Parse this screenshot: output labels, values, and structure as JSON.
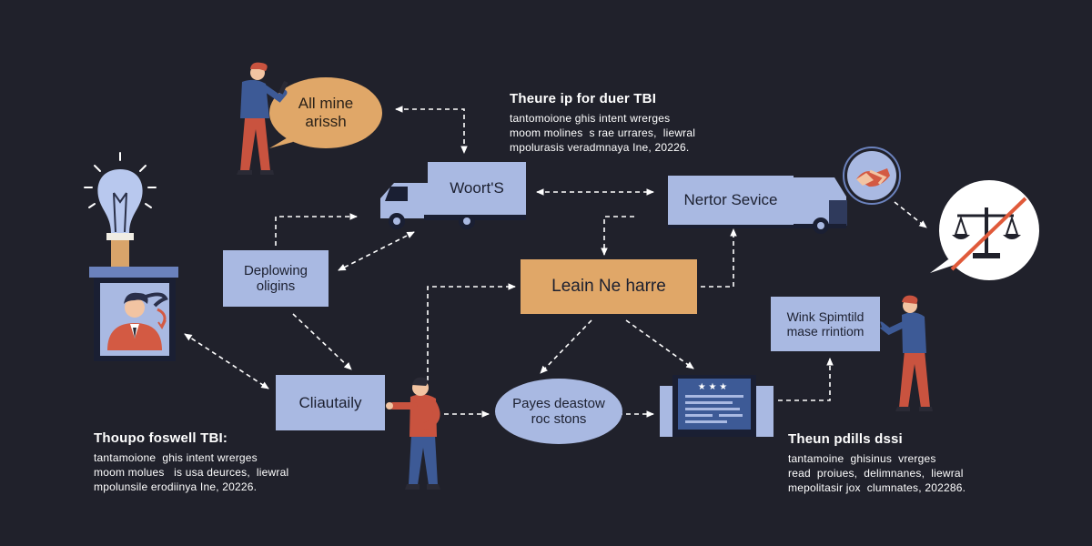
{
  "colors": {
    "background": "#20212b",
    "box_fill": "#a9b9e2",
    "accent_orange": "#e0a768",
    "person_shirt_blue": "#3d5a96",
    "person_shirt_red": "#c9533f",
    "arrow": "#ffffff",
    "prohibit_red": "#e05a3a"
  },
  "speech_bubble": {
    "line1": "All mine",
    "line2": "arissh"
  },
  "notes": {
    "top_center": {
      "title": "Theure ip for duer TBI",
      "lines": [
        "tantomoione ghis intent wrerges",
        "moom molines  s rae urrares,  liewral",
        "mpolurasis veradmnaya Ine, 20226."
      ]
    },
    "bottom_left": {
      "title": "Thoupo foswell TBI:",
      "lines": [
        "tantamoione  ghis intent wrerges",
        "moom molues   is usa deurces,  liewral",
        "mpolunsile erodiinya Ine, 20226."
      ]
    },
    "bottom_right": {
      "title": "Theun pdills dssi",
      "lines": [
        "tantamoine  ghisinus  vrerges",
        "read  proiues,  delimnanes,  liewral",
        "mepolitasir jox  clumnates, 202286."
      ]
    }
  },
  "nodes": {
    "woorts": "Woort'S",
    "nertor": "Nertor Sevice",
    "deplowing": {
      "line1": "Deplowing",
      "line2": "oligins"
    },
    "leain": "Leain Ne harre",
    "wink": {
      "line1": "Wink Spimtild",
      "line2": "mase rrintiom"
    },
    "cliautaily": "Cliautaily",
    "payes": {
      "line1": "Payes deastow",
      "line2": "roc stons"
    }
  }
}
